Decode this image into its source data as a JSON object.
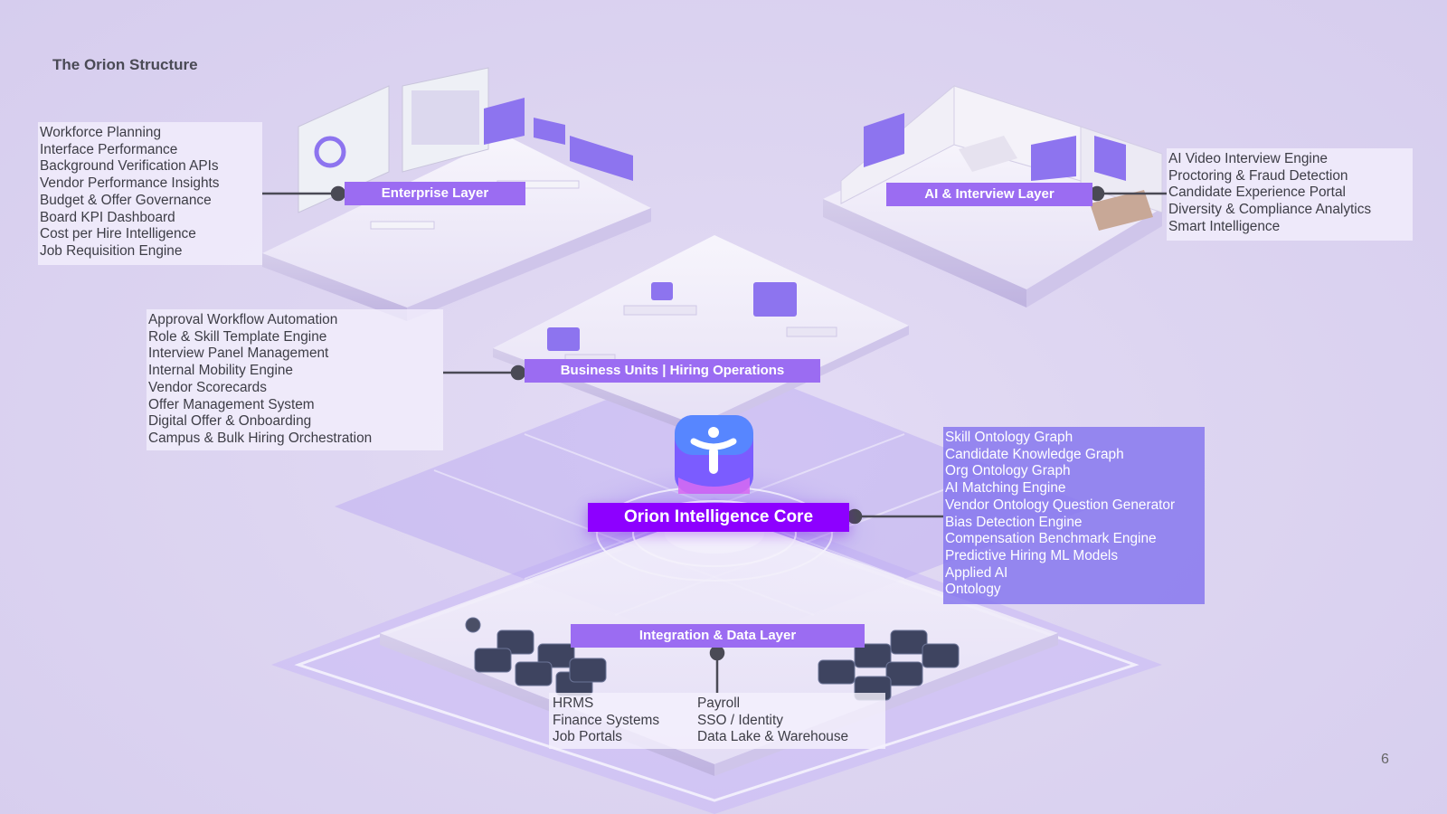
{
  "slide": {
    "title": "The Orion Structure",
    "page_number": "6"
  },
  "colors": {
    "label_bg": "#9b6cf2",
    "core_label_bg": "#8d00ff",
    "core_list_bg": "#8474ee",
    "list_bg": "#f4f0fc",
    "connector": "#4a4a55"
  },
  "enterprise": {
    "label": "Enterprise Layer",
    "items": [
      "Workforce Planning",
      "Interface Performance",
      "Background Verification APIs",
      "Vendor Performance Insights",
      "Budget & Offer Governance",
      "Board KPI Dashboard",
      "Cost per Hire Intelligence",
      "Job Requisition Engine"
    ]
  },
  "ai_interview": {
    "label": "AI & Interview Layer",
    "items": [
      "AI Video Interview Engine",
      "Proctoring & Fraud Detection",
      "Candidate Experience Portal",
      "Diversity & Compliance Analytics",
      "Smart Intelligence"
    ]
  },
  "business": {
    "label": "Business Units | Hiring Operations",
    "items": [
      "Approval Workflow Automation",
      "Role & Skill Template Engine",
      "Interview Panel Management",
      "Internal Mobility Engine",
      "Vendor Scorecards",
      "Offer Management System",
      "Digital Offer & Onboarding",
      "Campus & Bulk Hiring Orchestration"
    ]
  },
  "core": {
    "label": "Orion Intelligence Core",
    "icon": "orion-y-logo-icon",
    "items": [
      "Skill Ontology Graph",
      "Candidate Knowledge Graph",
      "Org Ontology Graph",
      "AI Matching Engine",
      "Vendor Ontology Question Generator",
      "Bias Detection Engine",
      "Compensation Benchmark Engine",
      "Predictive Hiring ML Models",
      "Applied AI",
      "Ontology"
    ]
  },
  "integration": {
    "label": "Integration & Data Layer",
    "col1": [
      "HRMS",
      "Finance Systems",
      "Job Portals"
    ],
    "col2": [
      "Payroll",
      "SSO / Identity",
      "Data Lake & Warehouse"
    ]
  }
}
